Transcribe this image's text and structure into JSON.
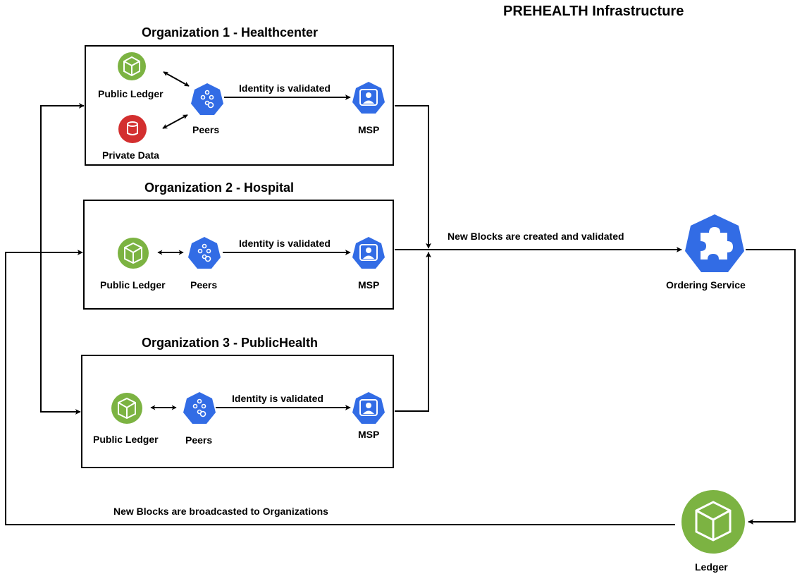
{
  "title": "PREHEALTH Infrastructure",
  "colors": {
    "ledger_green": "#7cb342",
    "peer_blue": "#326ce5",
    "private_red": "#d32f2f",
    "line": "#000000"
  },
  "organizations": [
    {
      "title": "Organization 1 - Healthcenter",
      "public_ledger": "Public Ledger",
      "private_data": "Private Data",
      "peers": "Peers",
      "identity": "Identity is validated",
      "msp": "MSP"
    },
    {
      "title": "Organization 2 - Hospital",
      "public_ledger": "Public Ledger",
      "peers": "Peers",
      "identity": "Identity is validated",
      "msp": "MSP"
    },
    {
      "title": "Organization 3 - PublicHealth",
      "public_ledger": "Public Ledger",
      "peers": "Peers",
      "identity": "Identity is validated",
      "msp": "MSP"
    }
  ],
  "new_blocks_created": "New Blocks are created and validated",
  "ordering_service": "Ordering Service",
  "new_blocks_broadcast": "New Blocks are broadcasted to Organizations",
  "ledger": "Ledger",
  "icons": {
    "ledger": "cube-icon",
    "private_data": "database-icon",
    "peers": "peers-network-icon",
    "msp": "user-identity-icon",
    "ordering_service": "puzzle-icon"
  }
}
